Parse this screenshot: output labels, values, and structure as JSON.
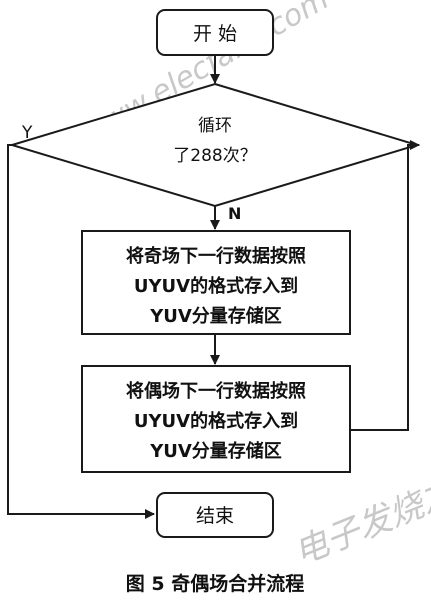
{
  "nodes": {
    "start": "开 始",
    "decision_line1": "循环",
    "decision_line2": "了288次？",
    "odd_line1": "将奇场下一行数据按照",
    "odd_line2": "UYUV的格式存入到",
    "odd_line3": "YUV分量存储区",
    "even_line1": "将偶场下一行数据按照",
    "even_line2": "UYUV的格式存入到",
    "even_line3": "YUV分量存储区",
    "end": "结束"
  },
  "edge_labels": {
    "yes": "Y",
    "no": "N"
  },
  "caption": "图 5   奇偶场合并流程",
  "watermark": {
    "site": "www.elecfans.com",
    "brand": "电子发烧友"
  },
  "colors": {
    "line": "#1a1a1a",
    "watermark": "#c8c8c8"
  }
}
